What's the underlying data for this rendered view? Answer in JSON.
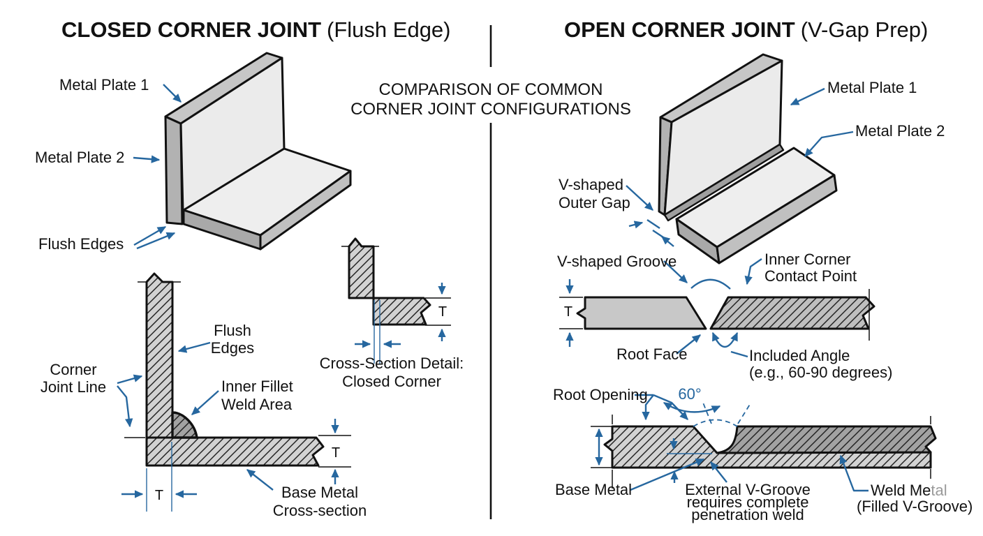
{
  "center": {
    "heading_line1": "COMPARISON OF COMMON",
    "heading_line2": "CORNER JOINT CONFIGURATIONS"
  },
  "left_panel": {
    "title": "CLOSED CORNER JOINT",
    "title_suffix": "(Flush Edge)",
    "iso": {
      "metal_plate_1": "Metal Plate 1",
      "metal_plate_2": "Metal Plate 2",
      "flush_edges": "Flush Edges"
    },
    "cross_section": {
      "corner_joint_line1": "Corner",
      "corner_joint_line2": "Joint Line",
      "flush_edges_line1": "Flush",
      "flush_edges_line2": "Edges",
      "inner_fillet_line1": "Inner Fillet",
      "inner_fillet_line2": "Weld Area",
      "base_metal_line1": "Base Metal",
      "base_metal_line2": "Cross-section",
      "t_bottom": "T",
      "t_right": "T"
    },
    "detail": {
      "caption_line1": "Cross-Section Detail:",
      "caption_line2": "Closed Corner",
      "t": "T"
    }
  },
  "right_panel": {
    "title": "OPEN CORNER JOINT",
    "title_suffix": "(V-Gap Prep)",
    "iso": {
      "metal_plate_1": "Metal Plate 1",
      "metal_plate_2": "Metal Plate 2",
      "v_gap_line1": "V-shaped",
      "v_gap_line2": "Outer Gap"
    },
    "groove_section": {
      "v_shaped_groove": "V-shaped Groove",
      "inner_corner_line1": "Inner Corner",
      "inner_corner_line2": "Contact Point",
      "root_face": "Root Face",
      "included_angle_line1": "Included Angle",
      "included_angle_line2": "(e.g., 60-90 degrees)",
      "t": "T"
    },
    "weld_section": {
      "root_opening": "Root Opening",
      "angle_value": "60°",
      "base_metal": "Base Metal",
      "external_line1": "External V-Groove",
      "external_line2": "requires complete",
      "external_line3": "penetration weld",
      "weld_metal_part1": "Weld Me",
      "weld_metal_part2": "tal",
      "weld_metal_line2": "(Filled V-Groove)"
    }
  },
  "colors": {
    "label_text": "#111111",
    "leader_blue": "#26679f",
    "plate_face_light": "#ebebeb",
    "plate_edge_mid": "#c0c0c0",
    "plate_edge_dark": "#a9a9a9",
    "hatch_fill_light": "#d2d2d2",
    "hatch_fill_mid": "#bfbfbf",
    "hatch_fill_dark": "#a2a2a2",
    "divider": "#111111"
  }
}
